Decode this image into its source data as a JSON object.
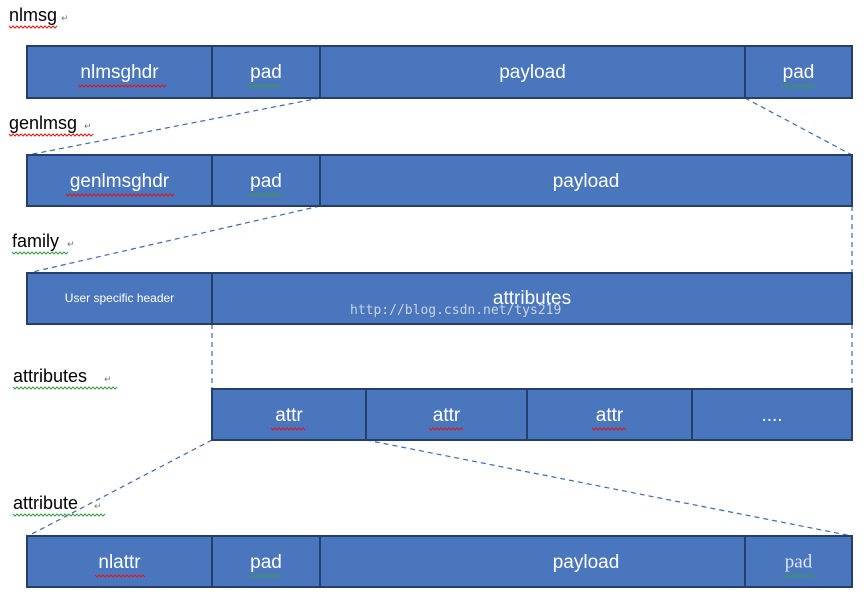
{
  "colors": {
    "cell_fill": "#4a76bd",
    "cell_border": "#243f6b",
    "connector": "#3f6aa8",
    "text": "#ffffff"
  },
  "sections": {
    "nlmsg": "nlmsg",
    "genlmsg": "genlmsg",
    "family": "family",
    "attributes": "attributes",
    "attribute": "attribute"
  },
  "rows": {
    "nlmsg": [
      "nlmsghdr",
      "pad",
      "payload",
      "pad"
    ],
    "genlmsg": [
      "genlmsghdr",
      "pad",
      "payload"
    ],
    "family": [
      "User specific header",
      "attributes"
    ],
    "attributes": [
      "attr",
      "attr",
      "attr",
      "...."
    ],
    "attribute": [
      "nlattr",
      "pad",
      "payload",
      "pad"
    ]
  },
  "paragraph_mark": "↵",
  "watermark": "http://blog.csdn.net/tys219"
}
